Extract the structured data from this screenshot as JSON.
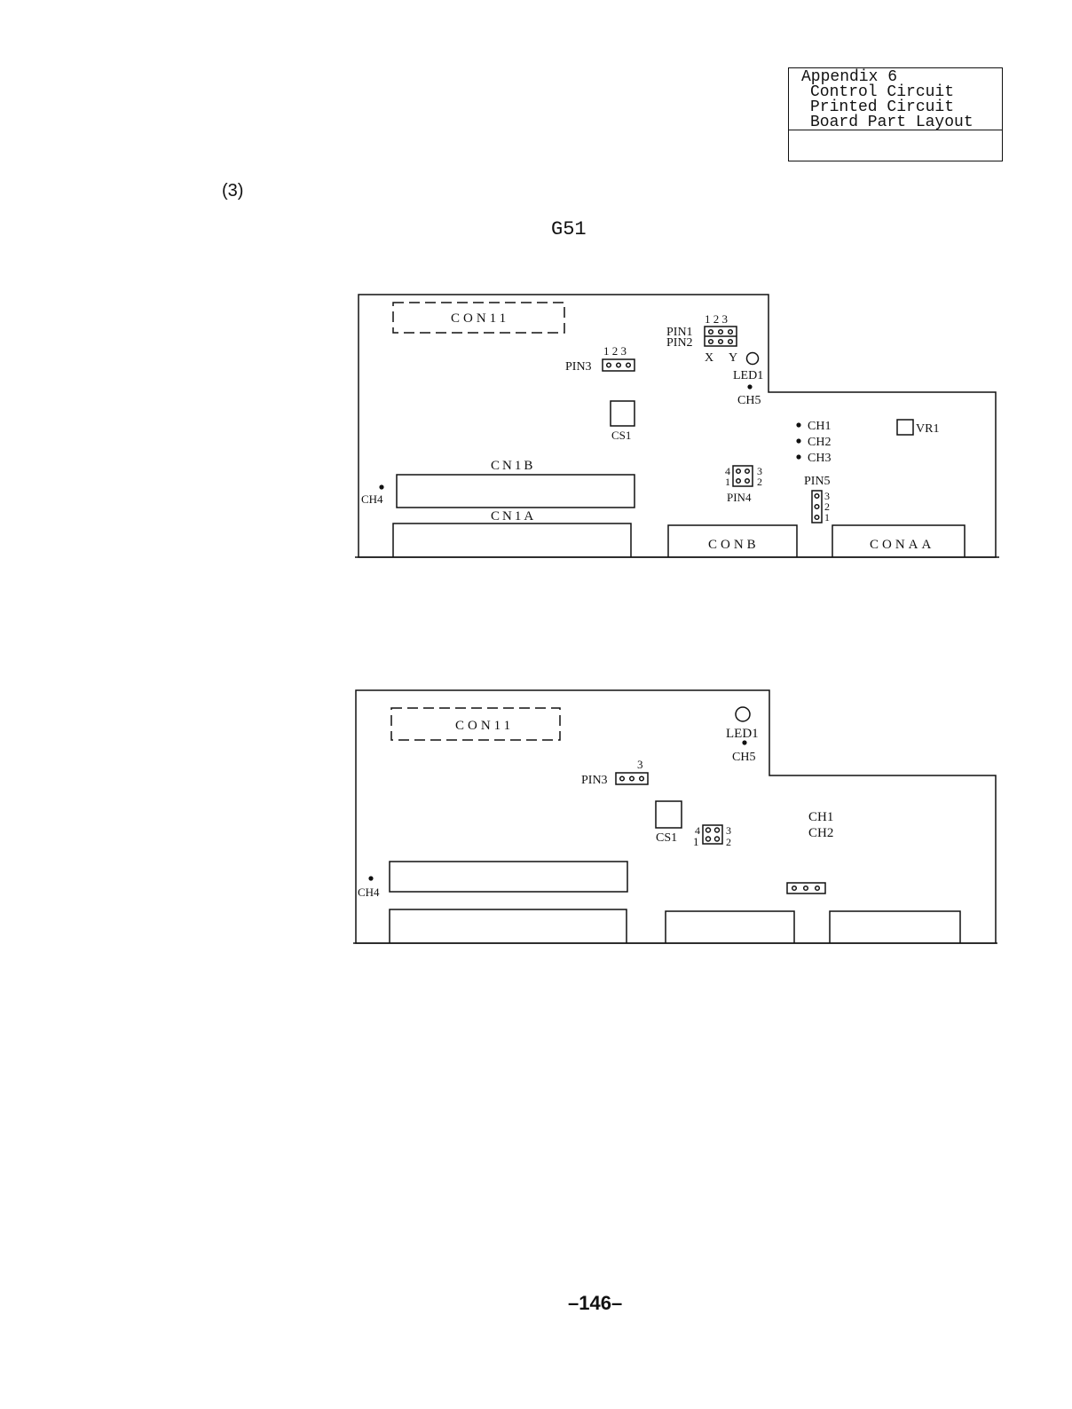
{
  "header": {
    "appendix_box": {
      "line1": "Appendix 6",
      "line2": "Control Circuit",
      "line3": "Printed Circuit",
      "line4": "Board Part Layout"
    }
  },
  "section_number": "(3)",
  "model_label": "G51",
  "board1": {
    "labels": {
      "con11": "CON11",
      "pin1": "PIN1",
      "pin2": "PIN2",
      "pin12_nums": "1 2 3",
      "pin3": "PIN3",
      "pin3_nums": "1 2 3",
      "x": "X",
      "y": "Y",
      "led1": "LED1",
      "ch5": "CH5",
      "cs1": "CS1",
      "ch1": "CH1",
      "ch2": "CH2",
      "ch3": "CH3",
      "vr1": "VR1",
      "cn1b": "CN1B",
      "cn1a": "CN1A",
      "ch4": "CH4",
      "pin4": "PIN4",
      "pin4_n4": "4",
      "pin4_n3": "3",
      "pin4_n1": "1",
      "pin4_n2": "2",
      "pin5": "PIN5",
      "pin5_n3": "3",
      "pin5_n2": "2",
      "pin5_n1": "1",
      "conb": "CONB",
      "conaa": "CONAA"
    }
  },
  "board2": {
    "labels": {
      "con11": "CON11",
      "led1": "LED1",
      "ch5": "CH5",
      "pin3_num": "3",
      "pin3": "PIN3",
      "cs1": "CS1",
      "jp_n4": "4",
      "jp_n1": "1",
      "jp_n3": "3",
      "jp_n2": "2",
      "ch1": "CH1",
      "ch2": "CH2",
      "ch4": "CH4"
    }
  },
  "footer": {
    "page_number": "–146–"
  }
}
